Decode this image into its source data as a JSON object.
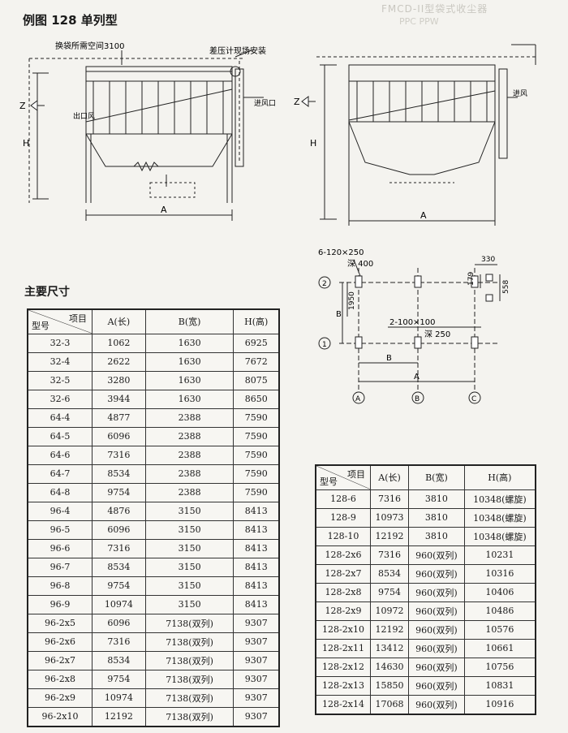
{
  "title": "例图 128 单列型",
  "ghost_header": "FMCD-II型袋式收尘器",
  "ghost_sub": "PPC PPW",
  "diagram_left": {
    "label_space": "换袋所需空间3100",
    "label_gauge": "差压计现场安装",
    "label_inlet": "进风口",
    "label_outlet": "出口风",
    "label_z": "Z",
    "label_h": "H",
    "label_a": "A"
  },
  "diagram_right": {
    "label_inlet": "进风",
    "label_z": "Z",
    "label_h": "H",
    "label_a": "A"
  },
  "foundation": {
    "label_holes_top": "6-120×250",
    "label_depth_top": "深 400",
    "label_holes_bottom": "2-100×100",
    "label_depth_bottom": "深 250",
    "dim_330": "330",
    "dim_179": "179",
    "dim_558": "558",
    "dim_1950": "1950",
    "label_b_vert": "B",
    "label_b_horiz": "B",
    "label_a": "A",
    "axis_rows": [
      "2",
      "1"
    ],
    "axis_cols": [
      "A",
      "B",
      "C"
    ]
  },
  "dims_heading": "主要尺寸",
  "table1": {
    "head_item": "项目",
    "head_model": "型号",
    "columns": [
      "A(长)",
      "B(宽)",
      "H(高)"
    ],
    "rows": [
      [
        "32-3",
        "1062",
        "1630",
        "6925"
      ],
      [
        "32-4",
        "2622",
        "1630",
        "7672"
      ],
      [
        "32-5",
        "3280",
        "1630",
        "8075"
      ],
      [
        "32-6",
        "3944",
        "1630",
        "8650"
      ],
      [
        "64-4",
        "4877",
        "2388",
        "7590"
      ],
      [
        "64-5",
        "6096",
        "2388",
        "7590"
      ],
      [
        "64-6",
        "7316",
        "2388",
        "7590"
      ],
      [
        "64-7",
        "8534",
        "2388",
        "7590"
      ],
      [
        "64-8",
        "9754",
        "2388",
        "7590"
      ],
      [
        "96-4",
        "4876",
        "3150",
        "8413"
      ],
      [
        "96-5",
        "6096",
        "3150",
        "8413"
      ],
      [
        "96-6",
        "7316",
        "3150",
        "8413"
      ],
      [
        "96-7",
        "8534",
        "3150",
        "8413"
      ],
      [
        "96-8",
        "9754",
        "3150",
        "8413"
      ],
      [
        "96-9",
        "10974",
        "3150",
        "8413"
      ],
      [
        "96-2x5",
        "6096",
        "7138(双列)",
        "9307"
      ],
      [
        "96-2x6",
        "7316",
        "7138(双列)",
        "9307"
      ],
      [
        "96-2x7",
        "8534",
        "7138(双列)",
        "9307"
      ],
      [
        "96-2x8",
        "9754",
        "7138(双列)",
        "9307"
      ],
      [
        "96-2x9",
        "10974",
        "7138(双列)",
        "9307"
      ],
      [
        "96-2x10",
        "12192",
        "7138(双列)",
        "9307"
      ]
    ]
  },
  "table2": {
    "head_item": "项目",
    "head_model": "型号",
    "columns": [
      "A(长)",
      "B(宽)",
      "H(高)"
    ],
    "rows": [
      [
        "128-6",
        "7316",
        "3810",
        "10348(螺旋)"
      ],
      [
        "128-9",
        "10973",
        "3810",
        "10348(螺旋)"
      ],
      [
        "128-10",
        "12192",
        "3810",
        "10348(螺旋)"
      ],
      [
        "128-2x6",
        "7316",
        "960(双列)",
        "10231"
      ],
      [
        "128-2x7",
        "8534",
        "960(双列)",
        "10316"
      ],
      [
        "128-2x8",
        "9754",
        "960(双列)",
        "10406"
      ],
      [
        "128-2x9",
        "10972",
        "960(双列)",
        "10486"
      ],
      [
        "128-2x10",
        "12192",
        "960(双列)",
        "10576"
      ],
      [
        "128-2x11",
        "13412",
        "960(双列)",
        "10661"
      ],
      [
        "128-2x12",
        "14630",
        "960(双列)",
        "10756"
      ],
      [
        "128-2x13",
        "15850",
        "960(双列)",
        "10831"
      ],
      [
        "128-2x14",
        "17068",
        "960(双列)",
        "10916"
      ]
    ]
  }
}
